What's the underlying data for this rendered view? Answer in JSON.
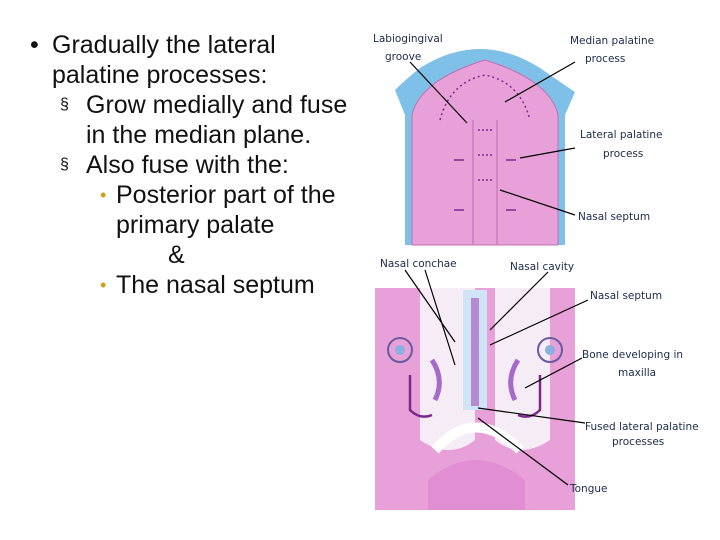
{
  "bullets": {
    "main": "Gradually the lateral palatine processes:",
    "sub1": "Grow medially and fuse in the median plane.",
    "sub2": "Also fuse with the:",
    "sub2a": "Posterior part of the primary palate",
    "amp": "&",
    "sub2b": "The nasal septum"
  },
  "figure": {
    "labels": {
      "labiogingival_1": "Labiogingival",
      "labiogingival_2": "groove",
      "median_palatine_1": "Median palatine",
      "median_palatine_2": "process",
      "lateral_palatine_1": "Lateral palatine",
      "lateral_palatine_2": "process",
      "nasal_septum_top": "Nasal septum",
      "nasal_conchae": "Nasal conchae",
      "nasal_cavity": "Nasal cavity",
      "nasal_septum_bottom": "Nasal septum",
      "bone_1": "Bone developing in",
      "bone_2": "maxilla",
      "fused_1": "Fused lateral palatine",
      "fused_2": "processes",
      "tongue": "Tongue"
    }
  },
  "colors": {
    "text": "#111111",
    "sub_bullet": "#d4a018",
    "tissue_pink": "#e8a0d8",
    "tissue_blue": "#7ec0e8"
  }
}
